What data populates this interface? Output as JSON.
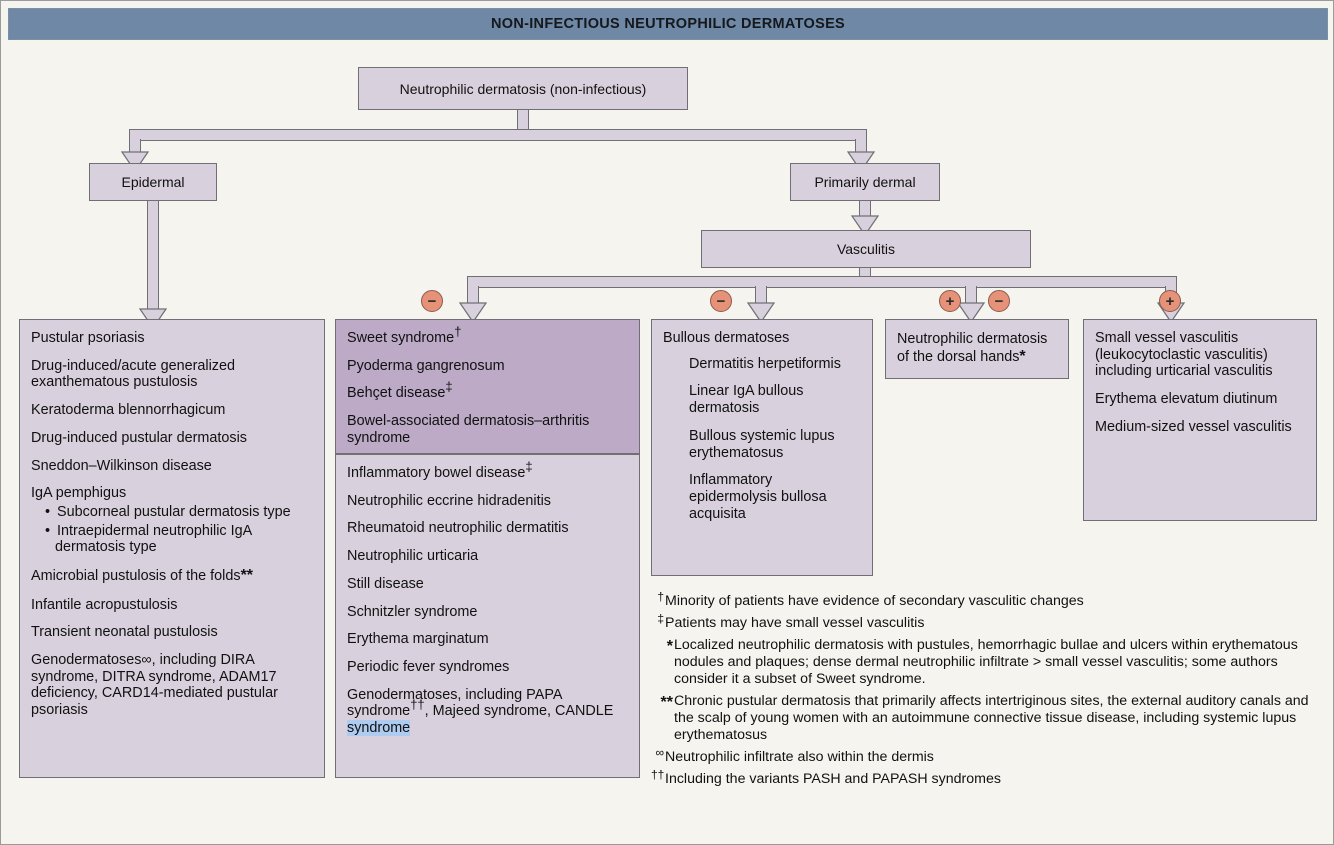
{
  "header": {
    "title": "NON-INFECTIOUS NEUTROPHILIC DERMATOSES"
  },
  "colors": {
    "header_bg": "#6E88A6",
    "page_bg": "#F5F4EF",
    "box_light": "#D8D1DD",
    "box_dark": "#BCAAC6",
    "marker": "#E59279",
    "selection": "#AECBF0"
  },
  "nodes": {
    "root": "Neutrophilic dermatosis (non-infectious)",
    "epidermal": "Epidermal",
    "primarily_dermal": "Primarily dermal",
    "vasculitis": "Vasculitis"
  },
  "markers": [
    {
      "name": "minus-1",
      "symbol": "−"
    },
    {
      "name": "minus-2",
      "symbol": "−"
    },
    {
      "name": "plus-1",
      "symbol": "+"
    },
    {
      "name": "minus-3",
      "symbol": "−"
    },
    {
      "name": "plus-2",
      "symbol": "+"
    }
  ],
  "columns": {
    "epidermal_list": [
      {
        "text": "Pustular psoriasis",
        "style": "plain"
      },
      {
        "text": "Drug-induced/acute generalized exanthematous pustulosis",
        "style": "plain"
      },
      {
        "text": "Keratoderma blennorrhagicum",
        "style": "plain"
      },
      {
        "text": "Drug-induced pustular dermatosis",
        "style": "plain"
      },
      {
        "text": "Sneddon–Wilkinson disease",
        "style": "plain"
      },
      {
        "text": "IgA pemphigus",
        "style": "head"
      },
      {
        "text": "Subcorneal pustular dermatosis type",
        "style": "bullet"
      },
      {
        "text": "Intraepidermal neutrophilic IgA dermatosis type",
        "style": "bullet"
      },
      {
        "text": "Amicrobial pustulosis of the folds",
        "style": "plain",
        "sup": "**"
      },
      {
        "text": "Infantile acropustulosis",
        "style": "plain"
      },
      {
        "text": "Transient neonatal pustulosis",
        "style": "plain"
      },
      {
        "text": "Genodermatoses∞, including DIRA syndrome, DITRA syndrome, ADAM17 deficiency, CARD14-mediated pustular psoriasis",
        "style": "plain"
      }
    ],
    "sweet_top_list": [
      {
        "text": "Sweet syndrome",
        "sup": "†"
      },
      {
        "text": "Pyoderma gangrenosum"
      },
      {
        "text": "Behçet disease",
        "sup": "‡"
      },
      {
        "text": "Bowel-associated dermatosis–arthritis syndrome"
      }
    ],
    "sweet_bottom_list": [
      {
        "text": "Inflammatory bowel disease",
        "sup": "‡"
      },
      {
        "text": "Neutrophilic eccrine hidradenitis"
      },
      {
        "text": "Rheumatoid neutrophilic dermatitis"
      },
      {
        "text": "Neutrophilic urticaria"
      },
      {
        "text": "Still disease"
      },
      {
        "text": "Schnitzler syndrome"
      },
      {
        "text": "Erythema marginatum"
      },
      {
        "text": "Periodic fever syndromes"
      }
    ],
    "sweet_last_parts": {
      "pre": "Genodermatoses, including PAPA syndrome",
      "sup": "††",
      "mid": ", Majeed syndrome, CANDLE ",
      "selected": "syndrome"
    },
    "bullous_heading": "Bullous dermatoses",
    "bullous_list": [
      "Dermatitis herpetiformis",
      "Linear IgA bullous dermatosis",
      "Bullous systemic lupus erythematosus",
      "Inflammatory epidermolysis bullosa acquisita"
    ],
    "dorsal_hands": {
      "text": "Neutrophilic dermatosis of the dorsal hands",
      "sup": "*"
    },
    "vessel_list": [
      "Small vessel vasculitis (leukocytoclastic vasculitis) including urticarial vasculitis",
      "Erythema elevatum diutinum",
      "Medium-sized vessel vasculitis"
    ]
  },
  "footnotes": [
    {
      "mark": "†",
      "mark_style": "sup",
      "text": "Minority of patients have evidence of secondary vasculitic changes"
    },
    {
      "mark": "‡",
      "mark_style": "sup",
      "text": "Patients may have small vessel vasculitis"
    },
    {
      "mark": "*",
      "mark_style": "big",
      "text": "Localized neutrophilic dermatosis with pustules, hemorrhagic bullae and ulcers within erythematous nodules and plaques; dense dermal neutrophilic infiltrate > small vessel vasculitis; some authors consider it a subset of Sweet syndrome."
    },
    {
      "mark": "**",
      "mark_style": "big",
      "text": "Chronic pustular dermatosis that primarily affects intertriginous sites, the external auditory canals and the scalp of young women with an autoimmune connective tissue disease, including systemic lupus erythematosus"
    },
    {
      "mark": "∞",
      "mark_style": "sup",
      "text": "Neutrophilic infiltrate also within the dermis"
    },
    {
      "mark": "††",
      "mark_style": "sup",
      "text": "Including the variants PASH and PAPASH syndromes"
    }
  ]
}
